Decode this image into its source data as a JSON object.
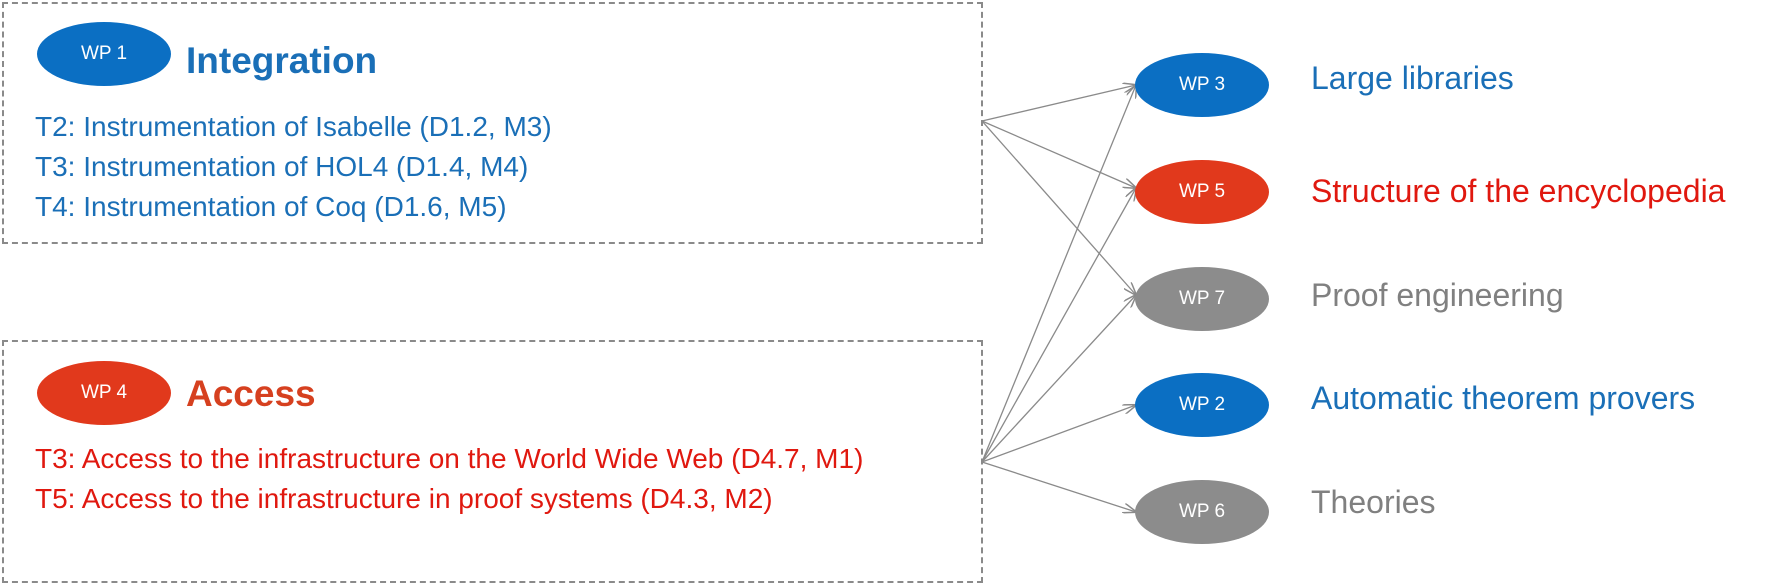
{
  "work_packages": {
    "integration": {
      "badge": "WP 1",
      "title": "Integration",
      "tasks": [
        "T2: Instrumentation of Isabelle (D1.2, M3)",
        "T3: Instrumentation of HOL4 (D1.4, M4)",
        "T4: Instrumentation of Coq (D1.6, M5)"
      ]
    },
    "access": {
      "badge": "WP 4",
      "title": "Access",
      "tasks": [
        "T3: Access to the infrastructure on the World Wide Web (D4.7, M1)",
        "T5: Access to the infrastructure in proof systems (D4.3, M2)"
      ]
    }
  },
  "targets": [
    {
      "badge": "WP 3",
      "label": "Large libraries",
      "color": "#0b6fc3"
    },
    {
      "badge": "WP 5",
      "label": "Structure of the encyclopedia",
      "color": "#e1391c"
    },
    {
      "badge": "WP 7",
      "label": "Proof engineering",
      "color": "#8c8c8c"
    },
    {
      "badge": "WP 2",
      "label": "Automatic theorem provers",
      "color": "#0b6fc3"
    },
    {
      "badge": "WP 6",
      "label": "Theories",
      "color": "#8c8c8c"
    }
  ],
  "colors": {
    "blue": "#0b6fc3",
    "red": "#e1391c",
    "gray": "#8c8c8c",
    "arrow": "#8a8a8a",
    "box_border": "#8a8a8a"
  }
}
